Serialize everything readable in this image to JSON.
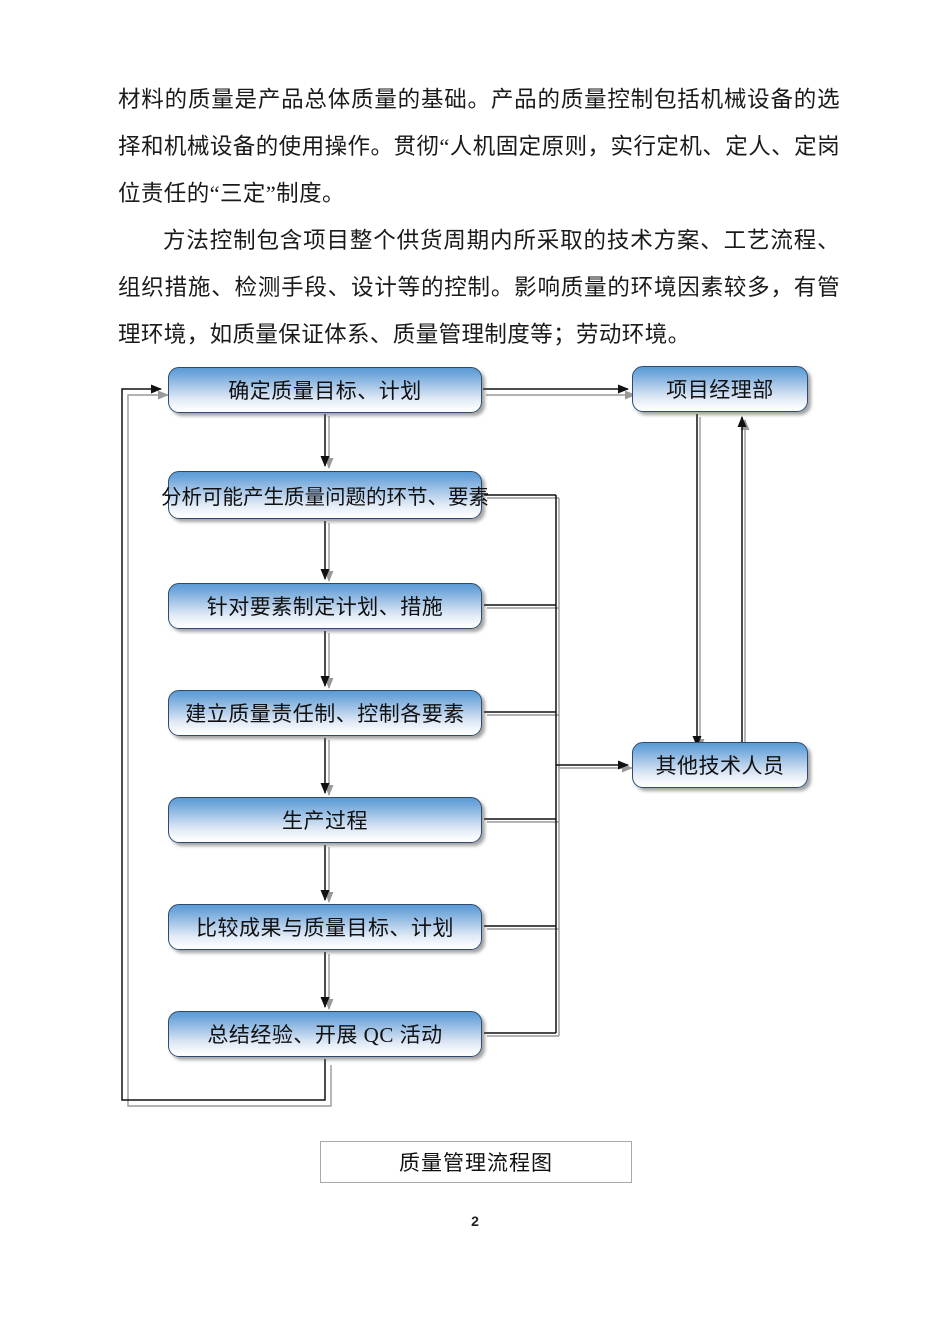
{
  "document": {
    "paragraphs": [
      "材料的质量是产品总体质量的基础。产品的质量控制包括机械设备的选择和机械设备的使用操作。贯彻“人机固定原则，实行定机、定人、定岗位责任的“三定”制度。",
      "方法控制包含项目整个供货周期内所采取的技术方案、工艺流程、组织措施、检测手段、设计等的控制。影响质量的环境因素较多，有管理环境，如质量保证体系、质量管理制度等；劳动环境。"
    ],
    "page_number": "2"
  },
  "figure": {
    "caption": "质量管理流程图",
    "colors": {
      "node_gradient_top": "#5b9bd5",
      "node_gradient_bottom": "#ffffff",
      "node_border": "#2e4b6e",
      "connector": "#333333",
      "caption_border": "#a9a9a9"
    },
    "nodes": {
      "main_flow": [
        {
          "id": "n1",
          "label": "确定质量目标、计划"
        },
        {
          "id": "n2",
          "label": "分析可能产生质量问题的环节、要素"
        },
        {
          "id": "n3",
          "label": "针对要素制定计划、措施"
        },
        {
          "id": "n4",
          "label": "建立质量责任制、控制各要素"
        },
        {
          "id": "n5",
          "label": "生产过程"
        },
        {
          "id": "n6",
          "label": "比较成果与质量目标、计划"
        },
        {
          "id": "n7",
          "label": "总结经验、开展 QC 活动"
        }
      ],
      "side": [
        {
          "id": "s1",
          "label": "项目经理部"
        },
        {
          "id": "s2",
          "label": "其他技术人员"
        }
      ]
    }
  }
}
